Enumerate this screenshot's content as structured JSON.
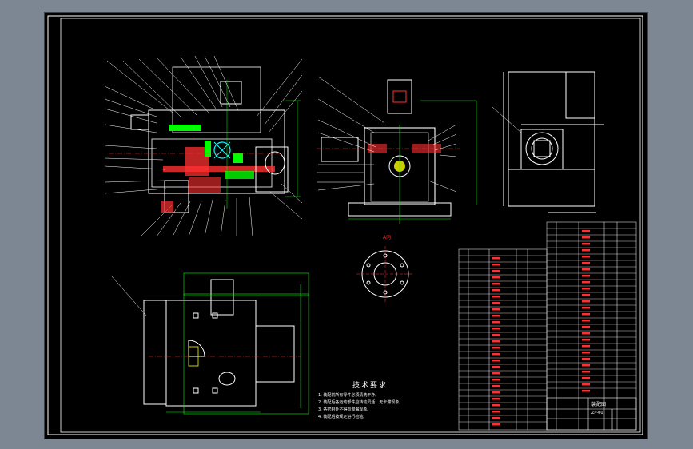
{
  "drawing": {
    "tech_requirements_title": "技术要求",
    "tech_requirements": [
      "1. 装配前所有零件必须清洗干净。",
      "2. 装配后各运动部件应转动灵活，无卡滞现象。",
      "3. 各密封处不得有渗漏现象。",
      "4. 装配后按规定进行检验。"
    ],
    "section_label": "A向",
    "title_block": {
      "name": "装配图",
      "drawing_no": "ZP-00"
    }
  },
  "colors": {
    "sheet": "#000000",
    "frame": "#ffffff",
    "outline": "#ffffff",
    "dimension": "#00ff00",
    "hatch": "#ff3030",
    "detail": "#00ffff",
    "highlight": "#ff00ff",
    "part": "#ffff00"
  }
}
